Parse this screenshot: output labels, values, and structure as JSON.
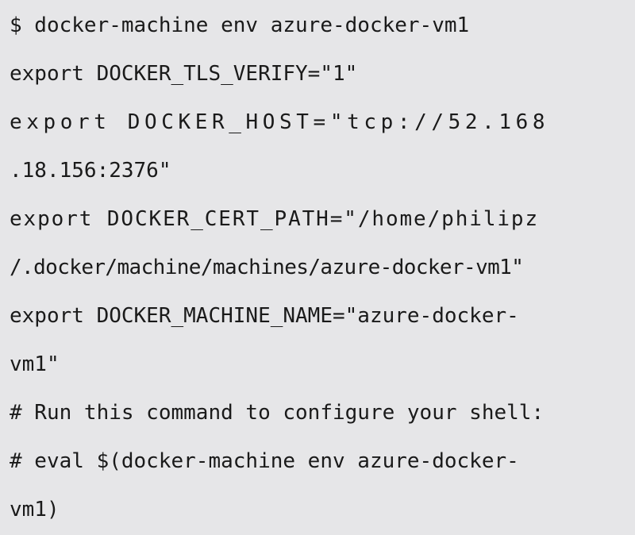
{
  "code": {
    "lines": [
      "$ docker-machine env azure-docker-vm1",
      "export DOCKER_TLS_VERIFY=\"1\"",
      "export DOCKER_HOST=\"tcp://52.168",
      ".18.156:2376\"",
      "export DOCKER_CERT_PATH=\"/home/philipz",
      "/.docker/machine/machines/azure-docker-vm1\"",
      "export DOCKER_MACHINE_NAME=\"azure-docker-",
      "vm1\"",
      "# Run this command to configure your shell:",
      "# eval $(docker-machine env azure-docker-",
      "vm1)"
    ]
  },
  "colors": {
    "background": "#e6e6e8",
    "text": "#1a1a1a"
  }
}
